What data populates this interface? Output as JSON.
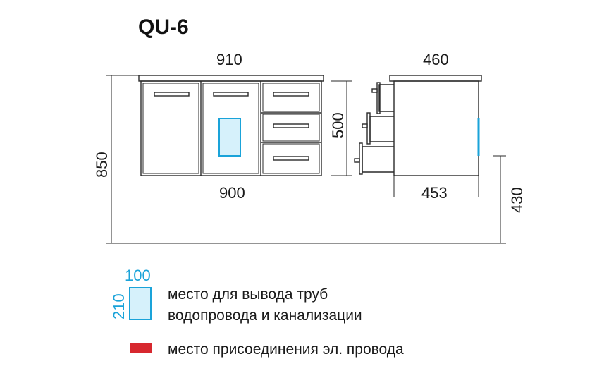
{
  "title": "QU-6",
  "dimensions": {
    "top_width": "910",
    "body_width": "900",
    "total_height": "850",
    "body_height": "500",
    "depth_top": "460",
    "depth_body": "453",
    "mount_height": "430"
  },
  "pipe_zone": {
    "width": "100",
    "height": "210"
  },
  "legend": {
    "pipe_line1": "место для вывода труб",
    "pipe_line2": "водопровода и канализации",
    "electric": "место присоединения эл. провода"
  },
  "colors": {
    "pipe_zone_stroke": "#1aa3d9",
    "pipe_zone_fill": "#d6f1fb",
    "electric_marker": "#d7282f"
  }
}
